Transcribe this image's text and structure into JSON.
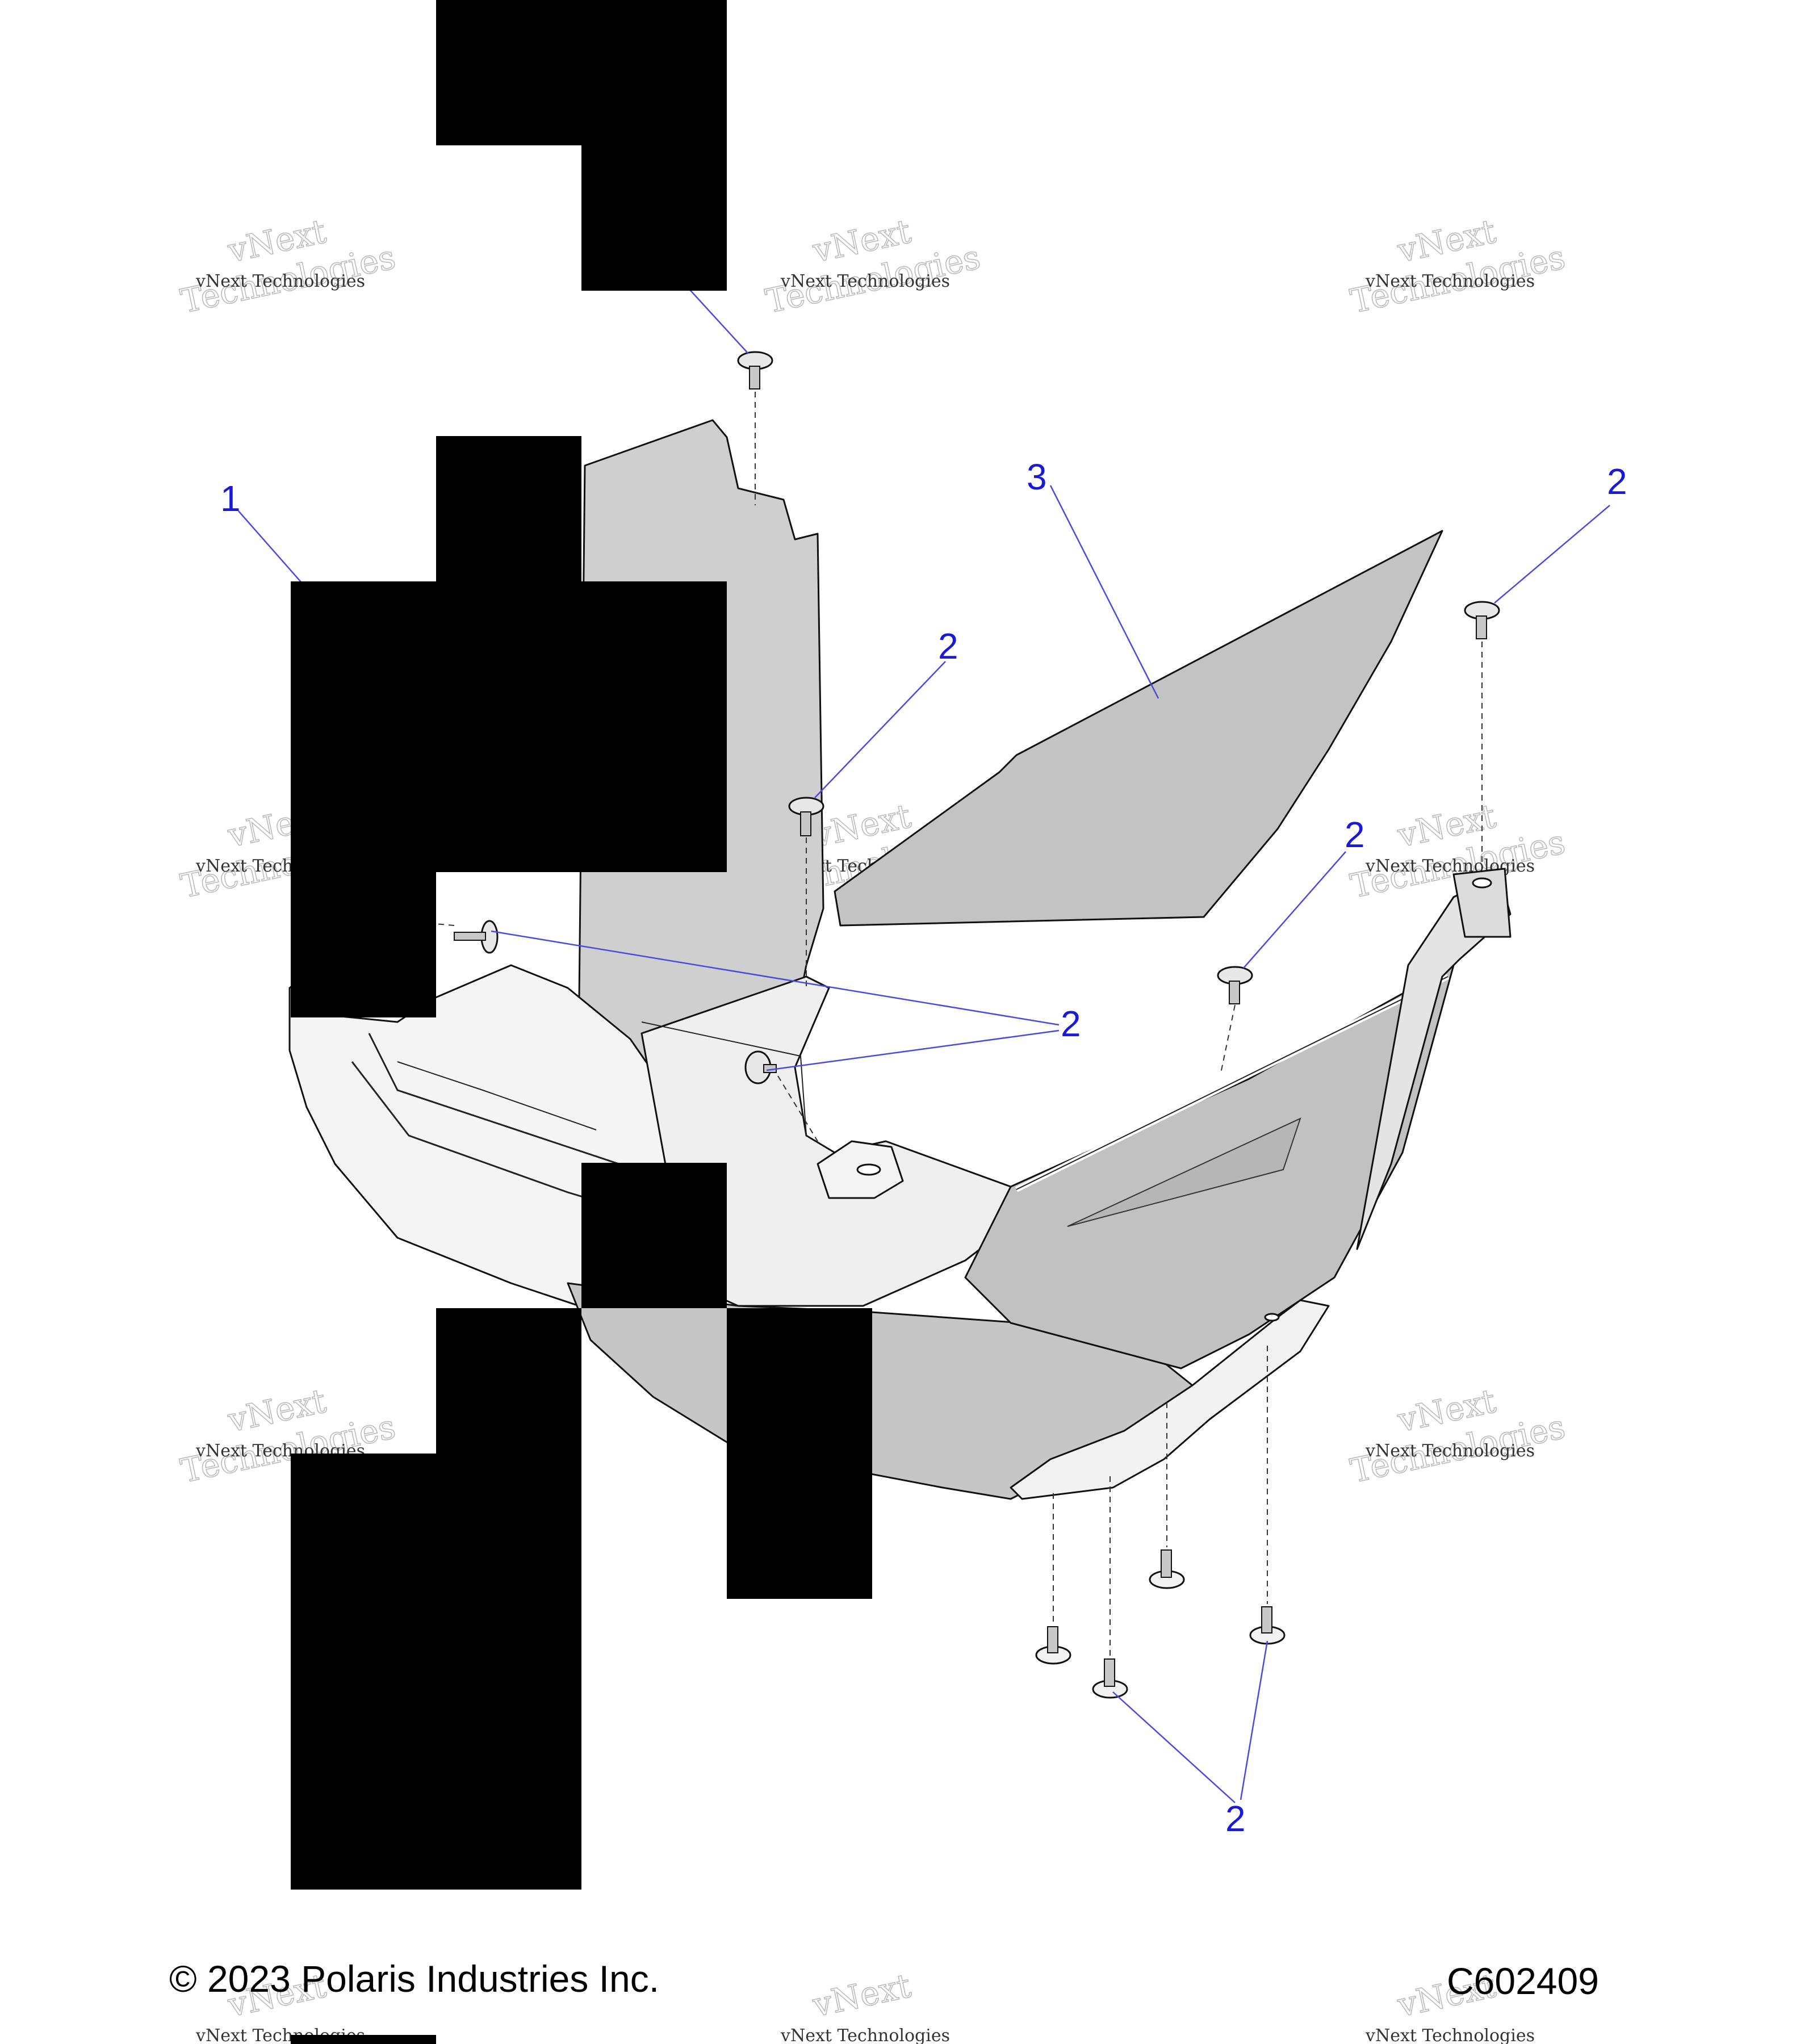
{
  "callouts": {
    "part_1": "1",
    "part_2": "2",
    "part_3": "3"
  },
  "watermark": {
    "small_text": "vNext Technologies",
    "big_line_1": "vNext",
    "big_line_2": "Technologies"
  },
  "footer": {
    "copyright": "© 2023 Polaris Industries Inc.",
    "diagram_code": "C602409"
  },
  "colors": {
    "callout_blue": "#1a1ad6",
    "part_gray": "#c4c4c4",
    "redaction_black": "#000000"
  }
}
